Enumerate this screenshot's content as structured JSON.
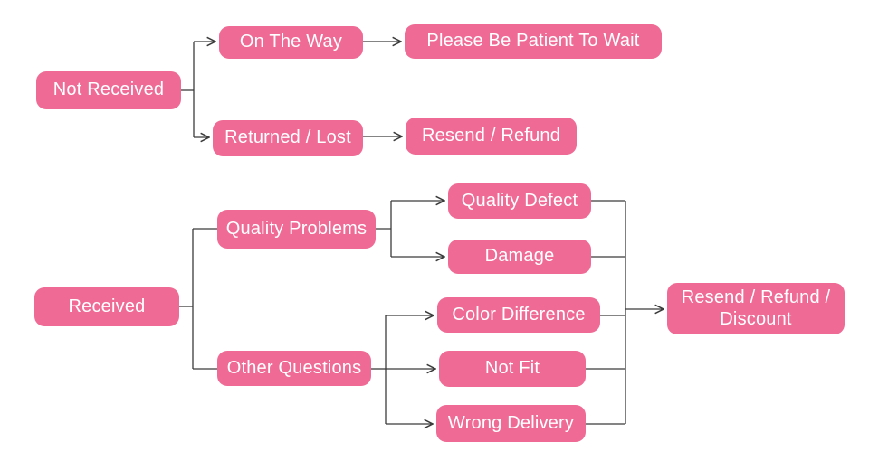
{
  "diagram": {
    "type": "flowchart",
    "colors": {
      "node_fill": "#ef6b96",
      "node_text": "#ffffff",
      "connector": "#3b3b3b",
      "background": "#ffffff"
    },
    "nodes": {
      "not_received": {
        "label": "Not Received"
      },
      "on_the_way": {
        "label": "On The Way"
      },
      "please_wait": {
        "label": "Please Be Patient To Wait"
      },
      "returned_lost": {
        "label": "Returned / Lost"
      },
      "resend_refund": {
        "label": "Resend / Refund"
      },
      "received": {
        "label": "Received"
      },
      "quality_problems": {
        "label": "Quality Problems"
      },
      "other_questions": {
        "label": "Other Questions"
      },
      "quality_defect": {
        "label": "Quality Defect"
      },
      "damage": {
        "label": "Damage"
      },
      "color_difference": {
        "label": "Color Difference"
      },
      "not_fit": {
        "label": "Not Fit"
      },
      "wrong_delivery": {
        "label": "Wrong Delivery"
      },
      "resend_refund_discount": {
        "label": "Resend / Refund / Discount"
      }
    },
    "edges": [
      {
        "from": "not_received",
        "to": "on_the_way",
        "arrowhead": true
      },
      {
        "from": "not_received",
        "to": "returned_lost",
        "arrowhead": true
      },
      {
        "from": "on_the_way",
        "to": "please_wait",
        "arrowhead": true
      },
      {
        "from": "returned_lost",
        "to": "resend_refund",
        "arrowhead": true
      },
      {
        "from": "received",
        "to": "quality_problems",
        "arrowhead": false
      },
      {
        "from": "received",
        "to": "other_questions",
        "arrowhead": false
      },
      {
        "from": "quality_problems",
        "to": "quality_defect",
        "arrowhead": true
      },
      {
        "from": "quality_problems",
        "to": "damage",
        "arrowhead": true
      },
      {
        "from": "other_questions",
        "to": "color_difference",
        "arrowhead": true
      },
      {
        "from": "other_questions",
        "to": "not_fit",
        "arrowhead": true
      },
      {
        "from": "other_questions",
        "to": "wrong_delivery",
        "arrowhead": true
      },
      {
        "from": "quality_defect",
        "to": "resend_refund_discount",
        "arrowhead": true
      },
      {
        "from": "damage",
        "to": "resend_refund_discount",
        "arrowhead": true
      },
      {
        "from": "color_difference",
        "to": "resend_refund_discount",
        "arrowhead": true
      },
      {
        "from": "not_fit",
        "to": "resend_refund_discount",
        "arrowhead": true
      },
      {
        "from": "wrong_delivery",
        "to": "resend_refund_discount",
        "arrowhead": true
      }
    ]
  }
}
